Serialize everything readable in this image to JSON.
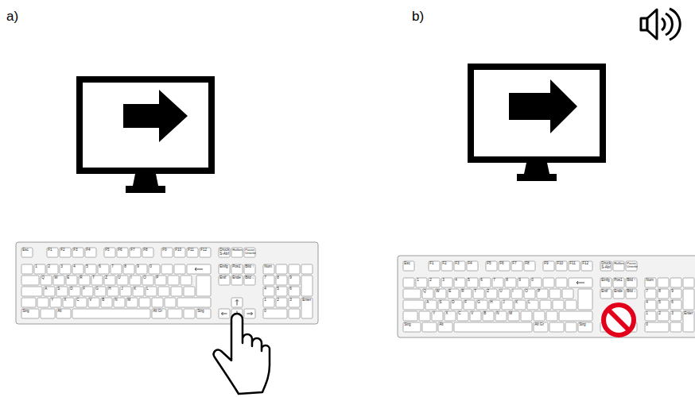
{
  "diagram": {
    "labels": [
      "a)",
      "b)",
      "Esc",
      "F1",
      "F2",
      "F3",
      "F4",
      "F5",
      "F6",
      "F7",
      "F8",
      "F9",
      "F10",
      "F11",
      "F12",
      "Druck S-Abf",
      "Rollen",
      "Pause Unterbr",
      "1",
      "2",
      "3",
      "4",
      "5",
      "6",
      "7",
      "8",
      "9",
      "0",
      "Einfg",
      "Pos1",
      "Bild ↑",
      "Num",
      "Q",
      "W",
      "E",
      "R",
      "T",
      "Z",
      "U",
      "I",
      "O",
      "P",
      "Entf",
      "Ende",
      "Bild ↓",
      "7",
      "8",
      "9",
      "A",
      "S",
      "D",
      "F",
      "G",
      "H",
      "J",
      "K",
      "L",
      "4",
      "5",
      "6",
      "Y",
      "X",
      "C",
      "V",
      "B",
      "N",
      "M",
      "1",
      "2",
      "3",
      "Enter",
      "Strg",
      "Alt",
      "Alt Gr",
      "Strg",
      "0",
      "Esc",
      "F1",
      "F2",
      "F3",
      "F4",
      "F5",
      "F6",
      "F7",
      "F8",
      "F9",
      "F10",
      "F11",
      "F12",
      "Druck S-Abf",
      "Rollen",
      "Pause Unterbr",
      "1",
      "2",
      "3",
      "4",
      "5",
      "6",
      "7",
      "8",
      "9",
      "0",
      "Einfg",
      "Pos1",
      "Bild ↑",
      "Num",
      "Q",
      "W",
      "E",
      "R",
      "T",
      "Z",
      "U",
      "I",
      "O",
      "P",
      "Entf",
      "Ende",
      "Bild ↓",
      "7",
      "8",
      "9",
      "A",
      "S",
      "D",
      "F",
      "G",
      "H",
      "J",
      "K",
      "L",
      "4",
      "5",
      "6",
      "Y",
      "X",
      "C",
      "V",
      "B",
      "N",
      "M",
      "1",
      "2",
      "3",
      "Enter",
      "Strg",
      "Alt",
      "Alt Gr",
      "Strg",
      "0"
    ]
  }
}
